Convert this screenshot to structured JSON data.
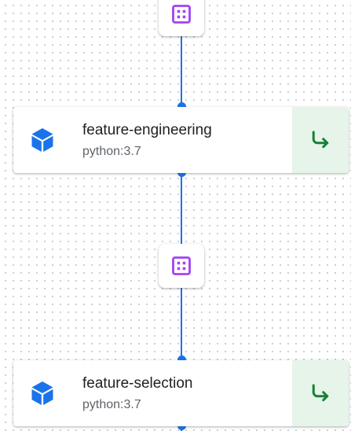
{
  "colors": {
    "connector": "#1a73e8",
    "artifact_icon": "#a142f4",
    "cube_icon": "#1a73e8",
    "status_bg": "#e6f4ea",
    "status_icon": "#188038"
  },
  "nodes": [
    {
      "title": "feature-engineering",
      "subtitle": "python:3.7",
      "icon": "cube-icon",
      "status_icon": "cached-status-icon"
    },
    {
      "title": "feature-selection",
      "subtitle": "python:3.7",
      "icon": "cube-icon",
      "status_icon": "cached-status-icon"
    }
  ],
  "artifacts": [
    {
      "icon": "artifact-icon"
    },
    {
      "icon": "artifact-icon"
    }
  ]
}
